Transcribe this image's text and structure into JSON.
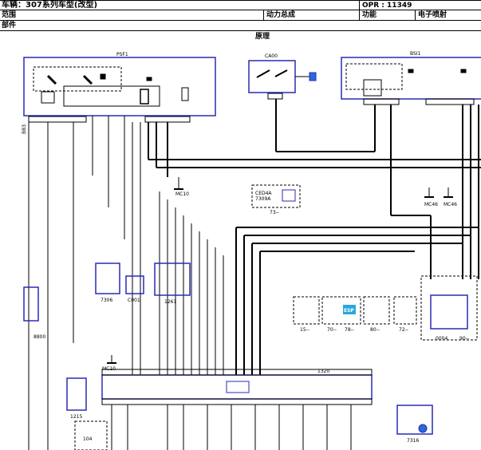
{
  "header": {
    "vehicle": "车辆：307系列车型(改型)",
    "opr": "OPR : 11349",
    "scope_label": "范围",
    "scope_value": "动力总成",
    "function_label": "功能",
    "function_value": "电子喷射",
    "parts_label": "部件",
    "principle_label": "原理"
  },
  "components": {
    "psf1": "PSF1",
    "ca00": "CA00",
    "bsi1": "BSI1",
    "ced4a": "CED4A",
    "ced4a_code": "7309A",
    "ced4a_ref": "73--",
    "c7306": "7306",
    "c001": "C001",
    "c1261": "1261",
    "ecu": "1320",
    "c8800": "8800",
    "c1215": "1215",
    "c7316": "7316",
    "c0004": "0004",
    "c104": "104",
    "mc10a": "MC10",
    "mc10b": "MC10",
    "mc46a": "MC46",
    "mc46b": "MC46",
    "ref15": "15--",
    "ref70": "70--",
    "ref78": "78--",
    "ref80": "80--",
    "ref72": "72--",
    "ref90": "90--",
    "esp": "ESP",
    "bb_code": "BB3"
  }
}
